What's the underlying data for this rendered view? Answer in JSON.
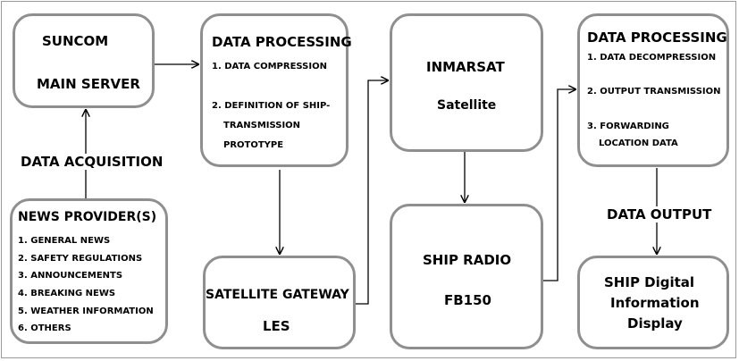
{
  "nodes": {
    "suncom": {
      "line1": "SUNCOM",
      "line2": "MAIN SERVER"
    },
    "processing1": {
      "title": "DATA PROCESSING",
      "item1": "1. DATA COMPRESSION",
      "item2a": "2. DEFINITION OF SHIP-",
      "item2b": "TRANSMISSION",
      "item2c": "PROTOTYPE"
    },
    "inmarsat": {
      "line1": "INMARSAT",
      "line2": "Satellite"
    },
    "processing2": {
      "title": "DATA PROCESSING",
      "item1": "1. DATA DECOMPRESSION",
      "item2": "2. OUTPUT TRANSMISSION",
      "item3a": "3. FORWARDING",
      "item3b": "LOCATION DATA"
    },
    "news": {
      "title": "NEWS PROVIDER(S)",
      "items": [
        "1. GENERAL NEWS",
        "2. SAFETY REGULATIONS",
        "3. ANNOUNCEMENTS",
        "4. BREAKING NEWS",
        "5. WEATHER INFORMATION",
        "6. OTHERS"
      ]
    },
    "gateway": {
      "line1": "SATELLITE GATEWAY",
      "line2": "LES"
    },
    "ship_radio": {
      "line1": "SHIP RADIO",
      "line2": "FB150"
    },
    "display": {
      "line1": "SHIP Digital",
      "line2": "Information",
      "line3": "Display"
    }
  },
  "edge_labels": {
    "acquisition": "DATA ACQUISITION",
    "output": "DATA OUTPUT"
  },
  "colors": {
    "box_border": "#8f8f8f",
    "arrow": "#000000",
    "frame": "#9a9a9a"
  }
}
